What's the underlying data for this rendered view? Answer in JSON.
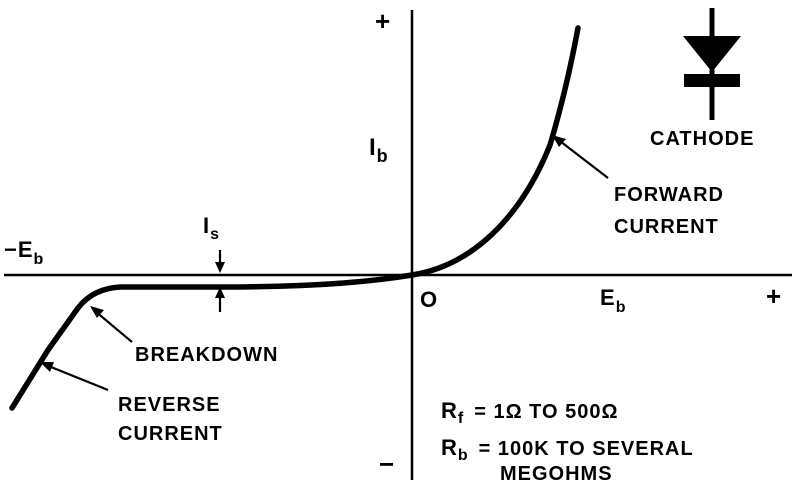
{
  "axes": {
    "y_plus": "+",
    "y_minus": "−",
    "x_plus": "+",
    "origin": "O",
    "neg_x_label": "−E",
    "neg_x_sub": "b",
    "pos_x_label": "E",
    "pos_x_sub": "b",
    "y_label": "I",
    "y_sub": "b"
  },
  "labels": {
    "is_main": "I",
    "is_sub": "s",
    "forward_line1": "FORWARD",
    "forward_line2": "CURRENT",
    "breakdown": "BREAKDOWN",
    "reverse_line1": "REVERSE",
    "reverse_line2": "CURRENT",
    "cathode": "CATHODE"
  },
  "formulas": {
    "rf_main": "R",
    "rf_sub": "f",
    "rf_value": "= 1Ω  TO 500Ω",
    "rb_main": "R",
    "rb_sub": "b",
    "rb_value_line1": "= 100K TO SEVERAL",
    "rb_value_line2": "MEGOHMS"
  },
  "colors": {
    "ink": "#000000",
    "background": "#ffffff"
  },
  "icons": {
    "diode": "diode-symbol-icon"
  }
}
